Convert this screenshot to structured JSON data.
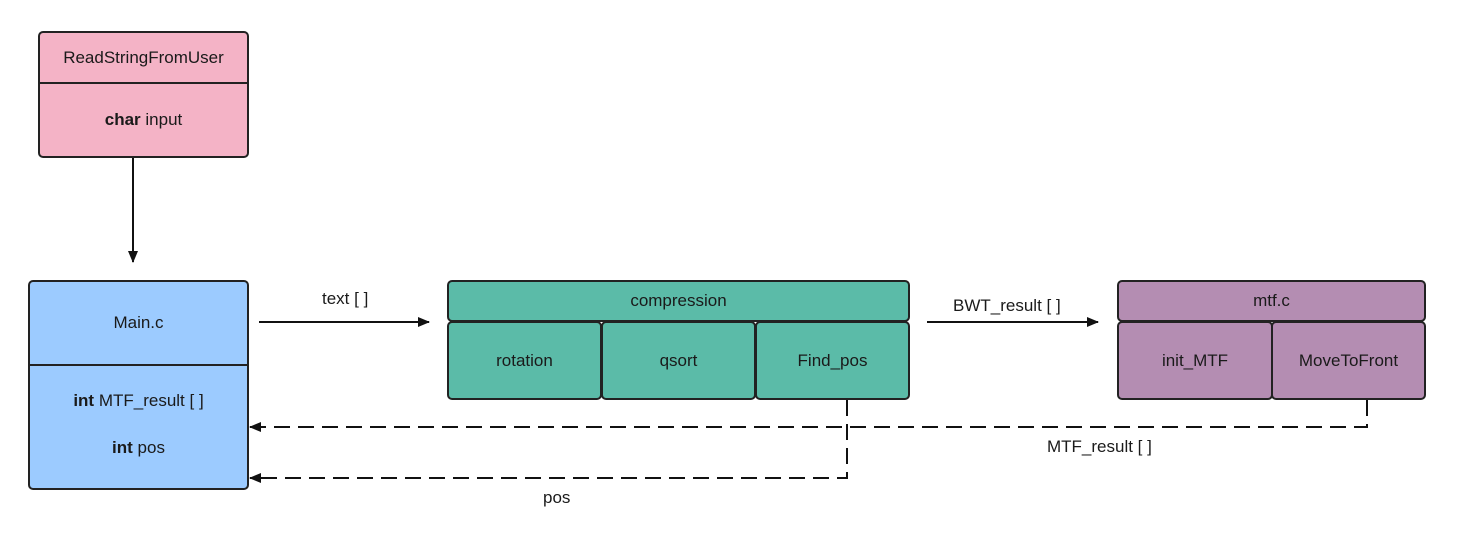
{
  "nodes": {
    "read_string": {
      "title": "ReadStringFromUser",
      "field_type": "char",
      "field_name": "input"
    },
    "main": {
      "title": "Main.c",
      "fields": [
        {
          "type": "int",
          "name": "MTF_result [ ]"
        },
        {
          "type": "int",
          "name": "pos"
        }
      ]
    },
    "compression": {
      "title": "compression",
      "parts": [
        "rotation",
        "qsort",
        "Find_pos"
      ]
    },
    "mtf": {
      "title": "mtf.c",
      "parts": [
        "init_MTF",
        "MoveToFront"
      ]
    }
  },
  "edges": {
    "text_label": "text [ ]",
    "bwt_label": "BWT_result [ ]",
    "mtf_result_label": "MTF_result [ ]",
    "pos_label": "pos"
  },
  "colors": {
    "read_string": "#f4b3c6",
    "main": "#9ccbff",
    "compression": "#5bbba8",
    "mtf": "#b48db2",
    "stroke": "#222222"
  }
}
